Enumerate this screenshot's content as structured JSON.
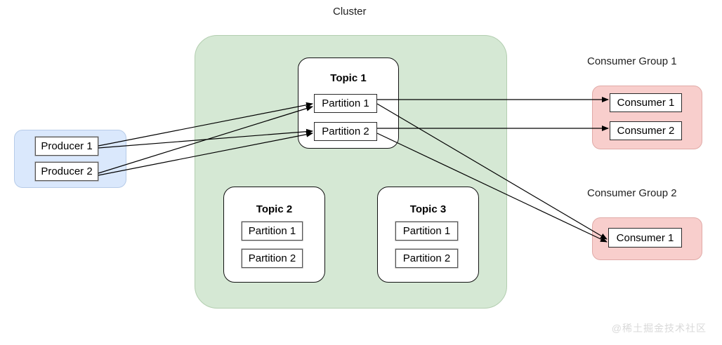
{
  "diagram": {
    "cluster": {
      "title": "Cluster",
      "fill_color": "#d5e8d4",
      "topics": [
        {
          "name": "Topic 1",
          "partitions": [
            {
              "label": "Partition 1"
            },
            {
              "label": "Partition 2"
            }
          ]
        },
        {
          "name": "Topic 2",
          "partitions": [
            {
              "label": "Partition 1"
            },
            {
              "label": "Partition 2"
            }
          ]
        },
        {
          "name": "Topic 3",
          "partitions": [
            {
              "label": "Partition 1"
            },
            {
              "label": "Partition 2"
            }
          ]
        }
      ]
    },
    "producer_group": {
      "fill_color": "#dae8fc",
      "producers": [
        {
          "label": "Producer 1"
        },
        {
          "label": "Producer 2"
        }
      ]
    },
    "consumer_groups": [
      {
        "title": "Consumer Group 1",
        "fill_color": "#f8cecc",
        "consumers": [
          {
            "label": "Consumer 1"
          },
          {
            "label": "Consumer 2"
          }
        ]
      },
      {
        "title": "Consumer Group 2",
        "fill_color": "#f8cecc",
        "consumers": [
          {
            "label": "Consumer 1"
          }
        ]
      }
    ],
    "edges": [
      {
        "from": "Producer 1",
        "to": "Topic 1 / Partition 1"
      },
      {
        "from": "Producer 1",
        "to": "Topic 1 / Partition 2"
      },
      {
        "from": "Producer 2",
        "to": "Topic 1 / Partition 1"
      },
      {
        "from": "Producer 2",
        "to": "Topic 1 / Partition 2"
      },
      {
        "from": "Topic 1 / Partition 1",
        "to": "Consumer Group 1 / Consumer 1"
      },
      {
        "from": "Topic 1 / Partition 2",
        "to": "Consumer Group 1 / Consumer 2"
      },
      {
        "from": "Topic 1 / Partition 1",
        "to": "Consumer Group 2 / Consumer 1"
      },
      {
        "from": "Topic 1 / Partition 2",
        "to": "Consumer Group 2 / Consumer 1"
      }
    ],
    "edge_color": "#000000",
    "watermark": "@稀土掘金技术社区"
  }
}
